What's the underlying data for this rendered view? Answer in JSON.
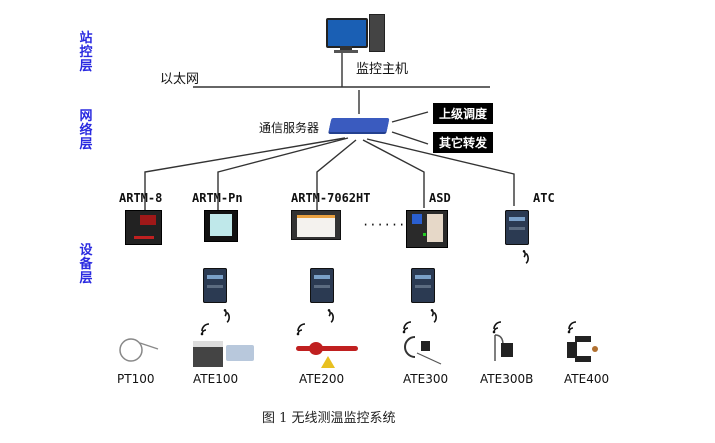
{
  "layers": {
    "station": "站控层",
    "network": "网络层",
    "device": "设备层"
  },
  "top": {
    "host_label": "监控主机",
    "ethernet_label": "以太网",
    "server_label": "通信服务器",
    "upper_dispatch": "上级调度",
    "other_forward": "其它转发"
  },
  "devices": {
    "artm8": "ARTM-8",
    "artmpn": "ARTM-Pn",
    "artm7062": "ARTM-7062HT",
    "ellipsis": "·······",
    "asd": "ASD",
    "atc": "ATC"
  },
  "sensors": {
    "pt100": "PT100",
    "ate100": "ATE100",
    "ate200": "ATE200",
    "ate300": "ATE300",
    "ate300b": "ATE300B",
    "ate400": "ATE400"
  },
  "caption": "图 1  无线测温监控系统",
  "colors": {
    "layer_text": "#2a2ae0",
    "line": "#333333",
    "box_bg": "#000000",
    "server_blue": "#3a5bbf"
  }
}
